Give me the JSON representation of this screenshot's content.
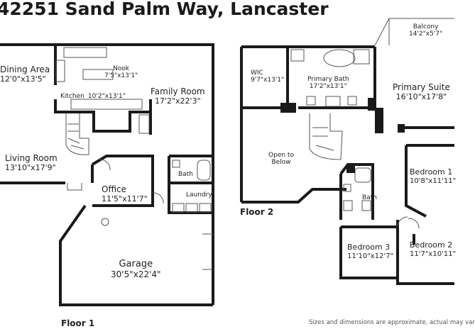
{
  "title": "42251 Sand Palm Way, Lancaster",
  "floors": [
    {
      "label": "Floor 1",
      "rooms": [
        {
          "name": "Dining Area",
          "dims": "12'0\"x13'5\""
        },
        {
          "name": "Nook",
          "dims": "7'5\"x13'1\""
        },
        {
          "name": "Kitchen",
          "dims": "10'2\"x13'1\""
        },
        {
          "name": "Family Room",
          "dims": "17'2\"x22'3\""
        },
        {
          "name": "Living Room",
          "dims": "13'10\"x17'9\""
        },
        {
          "name": "Office",
          "dims": "11'5\"x11'7\""
        },
        {
          "name": "Bath",
          "dims": ""
        },
        {
          "name": "Laundry",
          "dims": ""
        },
        {
          "name": "Garage",
          "dims": "30'5\"x22'4\""
        }
      ]
    },
    {
      "label": "Floor 2",
      "rooms": [
        {
          "name": "Balcony",
          "dims": "14'2\"x5'7\""
        },
        {
          "name": "WIC",
          "dims": "9'7\"x13'1\""
        },
        {
          "name": "Primary Bath",
          "dims": "17'2\"x13'1\""
        },
        {
          "name": "Primary Suite",
          "dims": "16'10\"x17'8\""
        },
        {
          "name": "Open to Below",
          "dims": ""
        },
        {
          "name": "Bedroom 1",
          "dims": "10'8\"x11'11\""
        },
        {
          "name": "Bath",
          "dims": ""
        },
        {
          "name": "Bedroom 3",
          "dims": "11'10\"x12'7\""
        },
        {
          "name": "Bedroom 2",
          "dims": "11'7\"x10'11\""
        }
      ]
    }
  ],
  "disclaimer": "Sizes and dimensions are approximate, actual may var"
}
